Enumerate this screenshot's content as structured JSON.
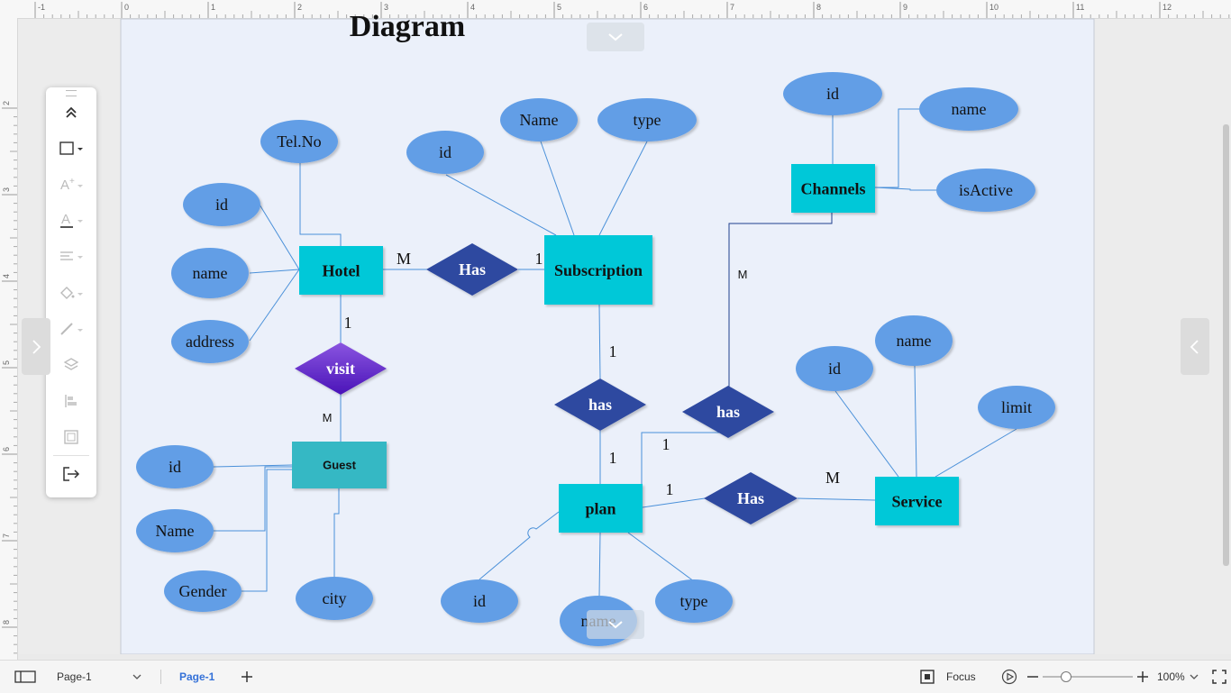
{
  "ruler": {
    "top_labels": [
      "-1",
      "0",
      "1",
      "2",
      "3",
      "4",
      "5",
      "6",
      "7",
      "8",
      "9",
      "10",
      "11",
      "12"
    ],
    "left_labels": [
      "2",
      "3",
      "4",
      "5",
      "6",
      "7",
      "8"
    ]
  },
  "diagram": {
    "title": "Diagram",
    "entities": [
      {
        "key": "hotel",
        "label": "Hotel"
      },
      {
        "key": "subscription",
        "label": "Subscription"
      },
      {
        "key": "channels",
        "label": "Channels"
      },
      {
        "key": "guest",
        "label": "Guest"
      },
      {
        "key": "plan",
        "label": "plan"
      },
      {
        "key": "service",
        "label": "Service"
      }
    ],
    "relationships": [
      {
        "key": "has_hotel_sub",
        "label": "Has"
      },
      {
        "key": "visit",
        "label": "visit"
      },
      {
        "key": "has_sub_plan",
        "label": "has"
      },
      {
        "key": "has_plan_channels",
        "label": "has"
      },
      {
        "key": "has_plan_service",
        "label": "Has"
      }
    ],
    "attributes": [
      {
        "key": "hotel_telno",
        "label": "Tel.No"
      },
      {
        "key": "hotel_id",
        "label": "id"
      },
      {
        "key": "hotel_name",
        "label": "name"
      },
      {
        "key": "hotel_address",
        "label": "address"
      },
      {
        "key": "sub_id",
        "label": "id"
      },
      {
        "key": "sub_name",
        "label": "Name"
      },
      {
        "key": "sub_type",
        "label": "type"
      },
      {
        "key": "ch_id",
        "label": "id"
      },
      {
        "key": "ch_name",
        "label": "name"
      },
      {
        "key": "ch_isactive",
        "label": "isActive"
      },
      {
        "key": "guest_id",
        "label": "id"
      },
      {
        "key": "guest_name",
        "label": "Name"
      },
      {
        "key": "guest_gender",
        "label": "Gender"
      },
      {
        "key": "guest_city",
        "label": "city"
      },
      {
        "key": "plan_id",
        "label": "id"
      },
      {
        "key": "plan_name",
        "label": "name"
      },
      {
        "key": "plan_type",
        "label": "type"
      },
      {
        "key": "svc_id",
        "label": "id"
      },
      {
        "key": "svc_name",
        "label": "name"
      },
      {
        "key": "svc_limit",
        "label": "limit"
      }
    ],
    "cardinalities": [
      {
        "key": "c1",
        "label": "M"
      },
      {
        "key": "c2",
        "label": "1"
      },
      {
        "key": "c3",
        "label": "1"
      },
      {
        "key": "c4",
        "label": "M"
      },
      {
        "key": "c5",
        "label": "1"
      },
      {
        "key": "c6",
        "label": "1"
      },
      {
        "key": "c7",
        "label": "M"
      },
      {
        "key": "c8",
        "label": "1"
      },
      {
        "key": "c9",
        "label": "1"
      },
      {
        "key": "c10",
        "label": "M"
      }
    ],
    "colors": {
      "canvas": "#ebf0fa",
      "entity": "#00c8d8",
      "guest_entity": "#36b8c4",
      "relationship": "#2e4aa0",
      "visit_top": "#8a55e0",
      "visit_bottom": "#4a14b8",
      "attribute": "#629ee6",
      "line": "#4a90d9"
    }
  },
  "toolbar": {
    "items": [
      {
        "name": "collapse-up-icon"
      },
      {
        "name": "shape-rectangle-icon"
      },
      {
        "name": "text-style-icon"
      },
      {
        "name": "font-color-icon"
      },
      {
        "name": "align-text-icon"
      },
      {
        "name": "fill-color-icon"
      },
      {
        "name": "line-color-icon"
      },
      {
        "name": "layers-icon"
      },
      {
        "name": "arrange-icon"
      },
      {
        "name": "format-icon"
      },
      {
        "name": "exit-icon"
      }
    ]
  },
  "statusbar": {
    "page_select": "Page-1",
    "active_tab": "Page-1",
    "focus_label": "Focus",
    "zoom": "100%",
    "zoom_fraction": 0.25
  }
}
